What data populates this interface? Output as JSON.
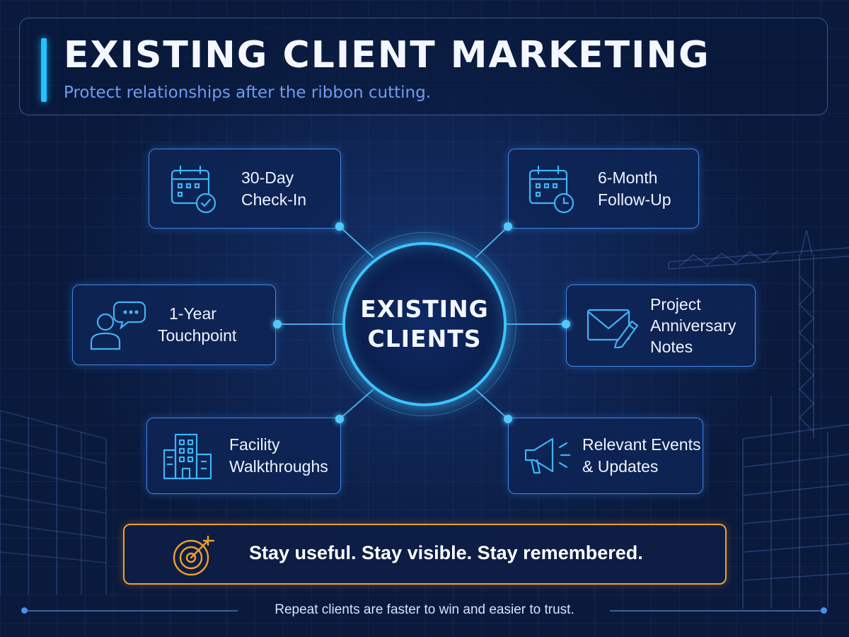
{
  "header": {
    "title": "EXISTING CLIENT MARKETING",
    "subtitle": "Protect relationships after the ribbon cutting."
  },
  "hub": {
    "line1": "EXISTING",
    "line2": "CLIENTS"
  },
  "touchpoints": [
    {
      "id": "thirty-day",
      "icon": "calendar-check-icon",
      "lines": [
        "30-Day",
        "Check-In"
      ]
    },
    {
      "id": "six-month",
      "icon": "calendar-clock-icon",
      "lines": [
        "6-Month",
        "Follow-Up"
      ]
    },
    {
      "id": "one-year",
      "icon": "person-chat-icon",
      "lines": [
        "1-Year",
        "Touchpoint"
      ]
    },
    {
      "id": "anniversary",
      "icon": "envelope-pen-icon",
      "lines": [
        "Project",
        "Anniversary",
        "Notes"
      ]
    },
    {
      "id": "walkthroughs",
      "icon": "building-icon",
      "lines": [
        "Facility",
        "Walkthroughs"
      ]
    },
    {
      "id": "events",
      "icon": "megaphone-icon",
      "lines": [
        "Relevant Events",
        "& Updates"
      ]
    }
  ],
  "banner": {
    "icon": "target-arrow-icon",
    "text": "Stay useful. Stay visible. Stay remembered."
  },
  "footer": {
    "text": "Repeat clients are faster to win and easier to trust."
  },
  "colors": {
    "background": "#0a1a3d",
    "accent_cyan": "#22c3ff",
    "card_border": "#3f86e8",
    "banner_orange": "#f0a02c",
    "subtitle_blue": "#6f9cf0"
  }
}
